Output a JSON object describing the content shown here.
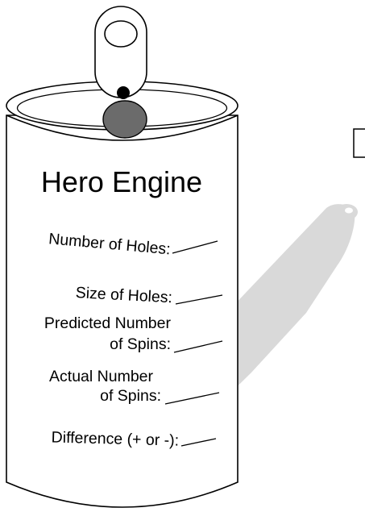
{
  "title": "Hero Engine",
  "fields": [
    {
      "line1": "Number of Holes:",
      "line2": ""
    },
    {
      "line1": "Size of Holes:",
      "line2": ""
    },
    {
      "line1": "Predicted Number",
      "line2": "of Spins:"
    },
    {
      "line1": "Actual Number",
      "line2": "of Spins:"
    },
    {
      "line1": "Difference (+ or -):",
      "line2": ""
    }
  ],
  "colors": {
    "outline": "#000000",
    "shadow": "#d9d9d9",
    "hole": "#6b6b6b",
    "can_body": "#ffffff"
  }
}
